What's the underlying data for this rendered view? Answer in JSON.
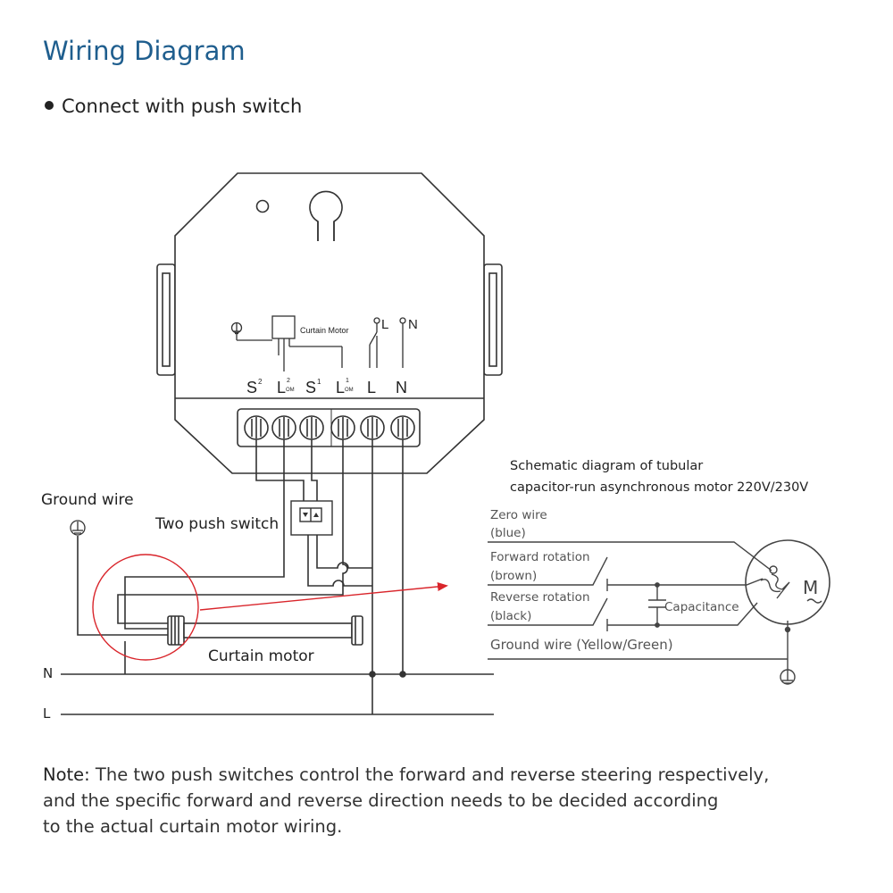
{
  "header": {
    "title": "Wiring Diagram",
    "subtitle": "Connect with push switch"
  },
  "device": {
    "motor_label": "Curtain Motor",
    "top_L": "L",
    "top_N": "N",
    "terminals": [
      {
        "main": "S",
        "sup": "2",
        "sub": ""
      },
      {
        "main": "L",
        "sup": "2",
        "sub": "OM"
      },
      {
        "main": "S",
        "sup": "1",
        "sub": ""
      },
      {
        "main": "L",
        "sup": "1",
        "sub": "OM"
      },
      {
        "main": "L",
        "sup": "",
        "sub": ""
      },
      {
        "main": "N",
        "sup": "",
        "sub": ""
      }
    ]
  },
  "labels": {
    "ground_wire": "Ground wire",
    "two_push_switch": "Two push switch",
    "curtain_motor": "Curtain motor",
    "line_N": "N",
    "line_L": "L"
  },
  "schematic": {
    "title_line1": "Schematic diagram of tubular",
    "title_line2": "capacitor-run asynchronous motor  220V/230V",
    "zero_wire": "Zero wire",
    "zero_wire_color": "(blue)",
    "forward": "Forward rotation",
    "forward_color": "(brown)",
    "reverse": "Reverse rotation",
    "reverse_color": "(black)",
    "capacitance": "Capacitance",
    "ground": "Ground wire (Yellow/Green)",
    "motor_symbol": "M"
  },
  "note": {
    "label": "Note:",
    "line1": " The two push switches control the forward and reverse steering respectively,",
    "line2": "and the specific forward and reverse direction needs to be decided according",
    "line3": "to the actual curtain motor wiring."
  },
  "colors": {
    "title": "#1f5e8e",
    "highlight": "#d9252b",
    "line": "#333333"
  }
}
